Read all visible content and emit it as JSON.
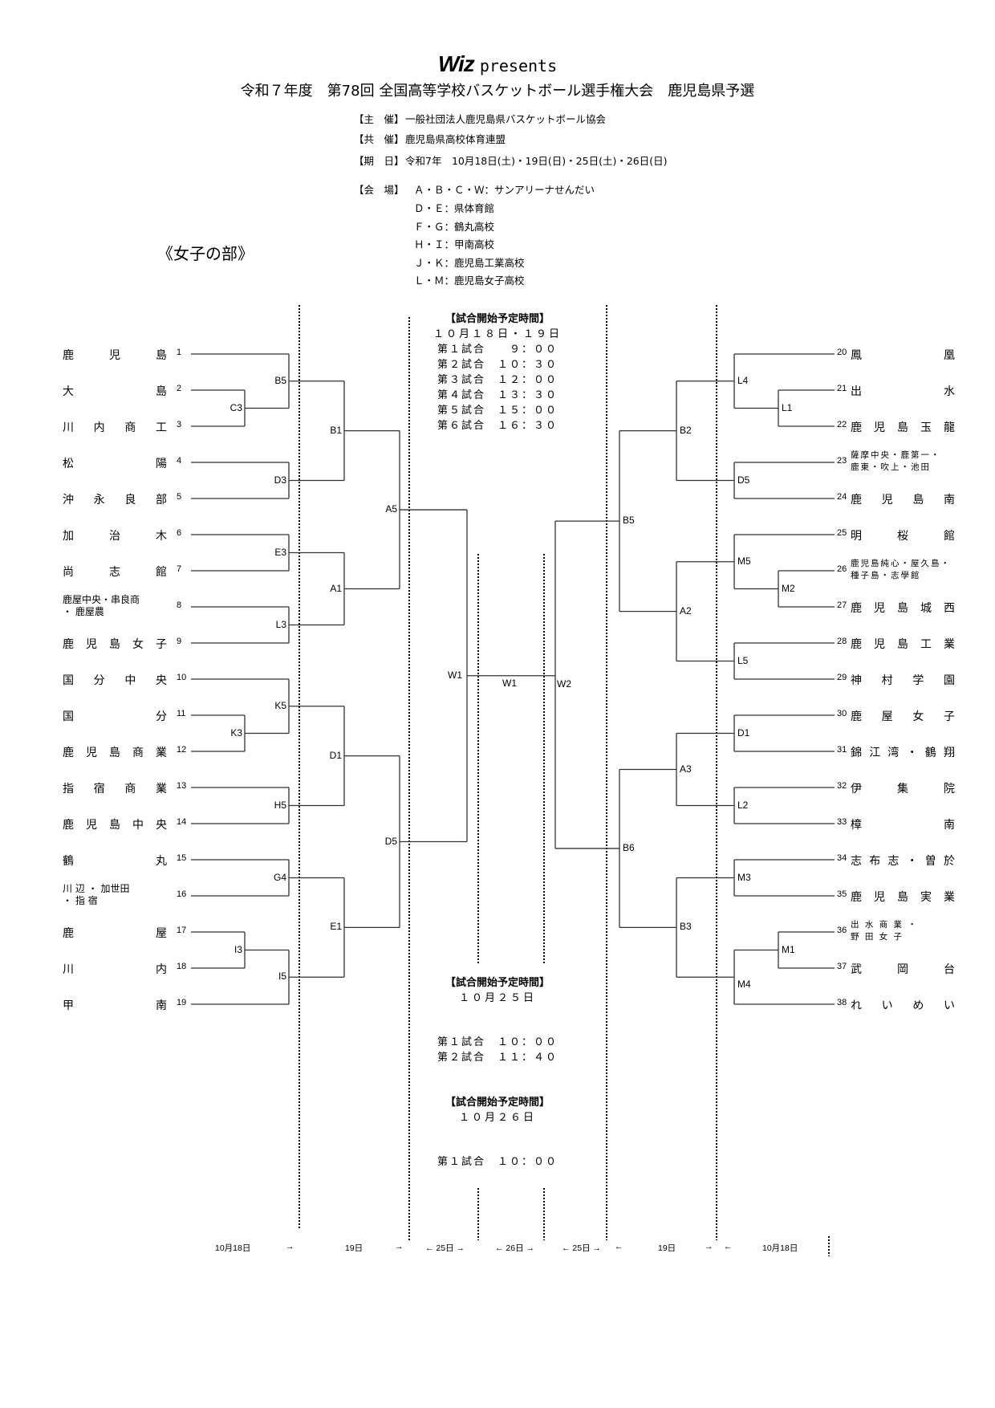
{
  "header": {
    "brand": "Wiz",
    "presents": "presents",
    "title": "令和７年度　第78回 全国高等学校バスケットボール選手権大会　鹿児島県予選"
  },
  "info": [
    {
      "key": "【主　催】",
      "value": "一般社団法人鹿児島県バスケットボール協会"
    },
    {
      "key": "【共　催】",
      "value": "鹿児島県高校体育連盟"
    },
    {
      "key": "【期　日】",
      "value": "令和7年　10月18日(土)・19日(日)・25日(土)・26日(日)"
    }
  ],
  "venues": {
    "key": "【会　場】",
    "items": [
      "Ａ・Ｂ・Ｃ・Ｗ：サンアリーナせんだい",
      "Ｄ・Ｅ：県体育館",
      "Ｆ・Ｇ：鶴丸高校",
      "Ｈ・Ｉ：甲南高校",
      "Ｊ・Ｋ：鹿児島工業高校",
      "Ｌ・Ｍ：鹿児島女子高校"
    ]
  },
  "division": "《女子の部》",
  "left_teams": [
    {
      "seed": "1",
      "name": "鹿児島"
    },
    {
      "seed": "2",
      "name": "大島"
    },
    {
      "seed": "3",
      "name": "川内商工"
    },
    {
      "seed": "4",
      "name": "松陽"
    },
    {
      "seed": "5",
      "name": "沖永良部"
    },
    {
      "seed": "6",
      "name": "加治木"
    },
    {
      "seed": "7",
      "name": "尚志館"
    },
    {
      "seed": "8",
      "name": "鹿屋中央・串良商・鹿屋農",
      "multi": [
        "鹿屋中央・串良商",
        "・ 鹿屋農"
      ]
    },
    {
      "seed": "9",
      "name": "鹿児島女子"
    },
    {
      "seed": "10",
      "name": "国分中央"
    },
    {
      "seed": "11",
      "name": "国分"
    },
    {
      "seed": "12",
      "name": "鹿児島商業"
    },
    {
      "seed": "13",
      "name": "指宿商業"
    },
    {
      "seed": "14",
      "name": "鹿児島中央"
    },
    {
      "seed": "15",
      "name": "鶴丸"
    },
    {
      "seed": "16",
      "name": "川辺・加世田・指宿",
      "multi": [
        "川 辺 ・ 加世田",
        "・ 指 宿"
      ]
    },
    {
      "seed": "17",
      "name": "鹿屋"
    },
    {
      "seed": "18",
      "name": "川内"
    },
    {
      "seed": "19",
      "name": "甲南"
    }
  ],
  "right_teams": [
    {
      "seed": "20",
      "name": "鳳凰"
    },
    {
      "seed": "21",
      "name": "出水"
    },
    {
      "seed": "22",
      "name": "鹿児島玉龍"
    },
    {
      "seed": "23",
      "name": "薩摩中央・鹿第一・鹿東・吹上・池田",
      "multi": [
        "薩摩中央・鹿第一・",
        "鹿東・吹上・池田"
      ]
    },
    {
      "seed": "24",
      "name": "鹿児島南"
    },
    {
      "seed": "25",
      "name": "明桜館"
    },
    {
      "seed": "26",
      "name": "鹿児島純心・屋久島・種子島・志學館",
      "multi": [
        "鹿児島純心・屋久島・",
        "種子島・志學館"
      ]
    },
    {
      "seed": "27",
      "name": "鹿児島城西"
    },
    {
      "seed": "28",
      "name": "鹿児島工業"
    },
    {
      "seed": "29",
      "name": "神村学園"
    },
    {
      "seed": "30",
      "name": "鹿屋女子"
    },
    {
      "seed": "31",
      "name": "錦江湾・鶴翔"
    },
    {
      "seed": "32",
      "name": "伊集院"
    },
    {
      "seed": "33",
      "name": "樟南"
    },
    {
      "seed": "34",
      "name": "志布志・曽於"
    },
    {
      "seed": "35",
      "name": "鹿児島実業"
    },
    {
      "seed": "36",
      "name": "出水商業・野田女子",
      "multi": [
        "出 水 商 業 ・",
        "野 田 女 子"
      ]
    },
    {
      "seed": "37",
      "name": "武岡台"
    },
    {
      "seed": "38",
      "name": "れいめい"
    }
  ],
  "matches": {
    "C3": "C3",
    "B5L": "B5",
    "D3": "D3",
    "E3": "E3",
    "L3": "L3",
    "K3": "K3",
    "K5": "K5",
    "H5": "H5",
    "G4": "G4",
    "I3": "I3",
    "I5": "I5",
    "B1": "B1",
    "A1": "A1",
    "D1": "D1",
    "E1": "E1",
    "A5": "A5",
    "D5L": "D5",
    "W1L": "W1",
    "W1": "W1",
    "W2": "W2",
    "L4": "L4",
    "L1": "L1",
    "D5R": "D5",
    "M5": "M5",
    "M2": "M2",
    "L5": "L5",
    "D1R": "D1",
    "L2": "L2",
    "M3": "M3",
    "M1": "M1",
    "M4": "M4",
    "B2": "B2",
    "A2": "A2",
    "A3": "A3",
    "B3": "B3",
    "B5R": "B5",
    "B6": "B6"
  },
  "schedules": [
    {
      "header": "【試合開始予定時間】",
      "date": "１０月１８日・１９日",
      "rows": [
        {
          "game": "第１試合",
          "time": "　９：００"
        },
        {
          "game": "第２試合",
          "time": "１０：３０"
        },
        {
          "game": "第３試合",
          "time": "１２：００"
        },
        {
          "game": "第４試合",
          "time": "１３：３０"
        },
        {
          "game": "第５試合",
          "time": "１５：００"
        },
        {
          "game": "第６試合",
          "time": "１６：３０"
        }
      ]
    },
    {
      "header": "【試合開始予定時間】",
      "date": "１０月２５日",
      "rows": [
        {
          "game": "第１試合",
          "time": "１０：００"
        },
        {
          "game": "第２試合",
          "time": "１１：４０"
        }
      ]
    },
    {
      "header": "【試合開始予定時間】",
      "date": "１０月２６日",
      "rows": [
        {
          "game": "第１試合",
          "time": "１０：００"
        }
      ]
    }
  ],
  "footer": [
    "10月18日",
    "→",
    "19日",
    "→",
    "← 25日 →",
    "← 26日 →",
    "← 25日 →",
    "←",
    "19日",
    "→",
    "←",
    "10月18日"
  ]
}
